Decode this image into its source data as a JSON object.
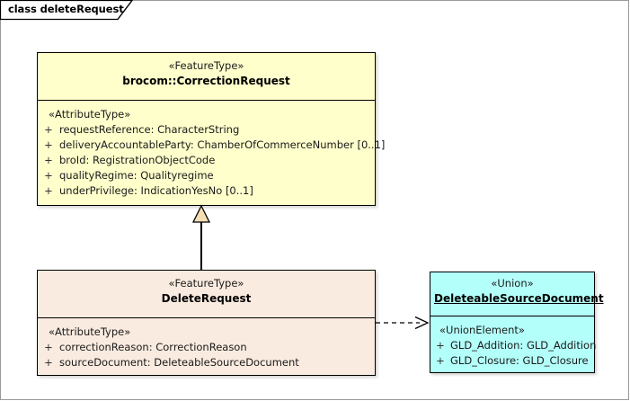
{
  "frame": {
    "label": "class deleteRequest"
  },
  "colors": {
    "feature_type_fill": "#FFFFCC",
    "delete_request_fill": "#FAEBE0",
    "union_fill": "#B3FFFA",
    "border": "#000000",
    "generalization_triangle_fill": "#F5DEB3",
    "diagram_border": "#9A9A9A",
    "canvas": "#FFFFFF"
  },
  "classes": {
    "correction_request": {
      "stereotype": "«FeatureType»",
      "name": "brocom::CorrectionRequest",
      "selected": false,
      "compartment_stereotype": "«AttributeType»",
      "attributes": [
        {
          "visibility": "+",
          "text": "requestReference: CharacterString"
        },
        {
          "visibility": "+",
          "text": "deliveryAccountableParty: ChamberOfCommerceNumber [0..1]"
        },
        {
          "visibility": "+",
          "text": "broId: RegistrationObjectCode"
        },
        {
          "visibility": "+",
          "text": "qualityRegime: Qualityregime"
        },
        {
          "visibility": "+",
          "text": "underPrivilege: IndicationYesNo [0..1]"
        }
      ]
    },
    "delete_request": {
      "stereotype": "«FeatureType»",
      "name": "DeleteRequest",
      "selected": false,
      "compartment_stereotype": "«AttributeType»",
      "attributes": [
        {
          "visibility": "+",
          "text": "correctionReason: CorrectionReason"
        },
        {
          "visibility": "+",
          "text": "sourceDocument: DeleteableSourceDocument"
        }
      ]
    },
    "deleteable_source_document": {
      "stereotype": "«Union»",
      "name": "DeleteableSourceDocument",
      "selected": true,
      "compartment_stereotype": "«UnionElement»",
      "attributes": [
        {
          "visibility": "+",
          "text": "GLD_Addition: GLD_Addition"
        },
        {
          "visibility": "+",
          "text": "GLD_Closure: GLD_Closure"
        }
      ]
    }
  },
  "connectors": [
    {
      "type": "generalization",
      "from": "DeleteRequest",
      "to": "brocom::CorrectionRequest",
      "style": "solid-line-hollow-triangle"
    },
    {
      "type": "dependency",
      "from": "DeleteRequest",
      "to": "DeleteableSourceDocument",
      "style": "dashed-line-open-arrow"
    }
  ]
}
